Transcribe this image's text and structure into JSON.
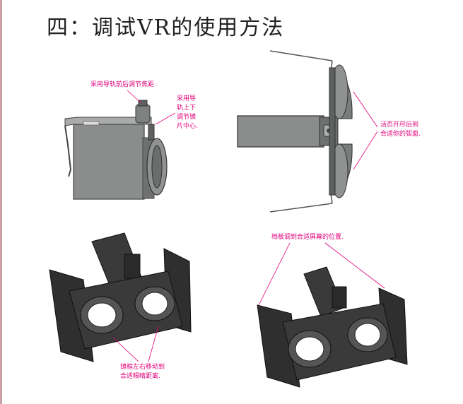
{
  "title": "四：调试VR的使用方法",
  "captions": {
    "focus": "采用导轨前后调节焦距.",
    "vertical_1": "采用导",
    "vertical_2": "轨上下",
    "vertical_3": "调节镜",
    "vertical_4": "片中心.",
    "hinge_1": "活页开尽后到",
    "hinge_2": "合适你的弧面.",
    "baffle": "档板调到合适屏幕的位置.",
    "lens_1": "镜框左右移动到",
    "lens_2": "合适眼睛距离."
  },
  "colors": {
    "caption": "#e0007a",
    "leader": "#e0007a",
    "device_dark": "#3a3a3a",
    "device_gray": "#8a8d8c"
  }
}
